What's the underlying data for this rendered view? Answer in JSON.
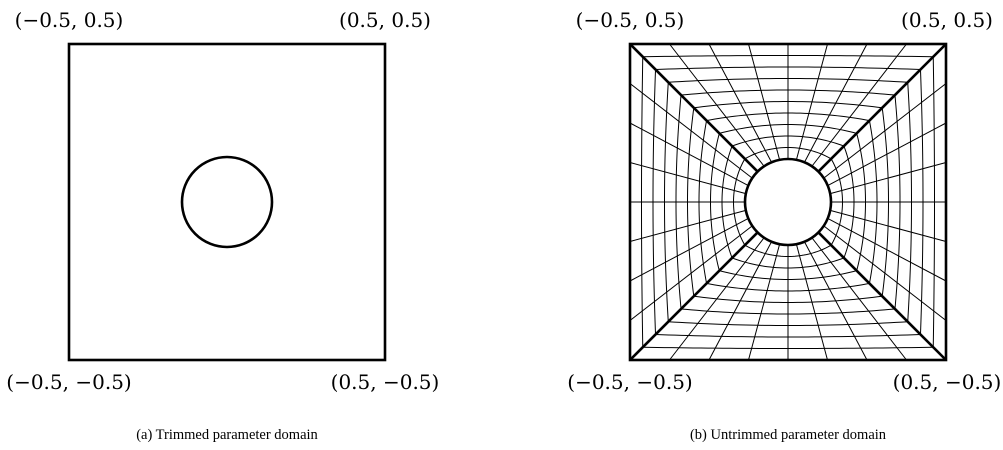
{
  "panels": [
    {
      "caption": "(a) Trimmed parameter domain",
      "corners": {
        "top_left": "(−0.5, 0.5)",
        "top_right": "(0.5, 0.5)",
        "bottom_left": "(−0.5, −0.5)",
        "bottom_right": "(0.5, −0.5)"
      }
    },
    {
      "caption": "(b) Untrimmed parameter domain",
      "corners": {
        "top_left": "(−0.5, 0.5)",
        "top_right": "(0.5, 0.5)",
        "bottom_left": "(−0.5, −0.5)",
        "bottom_right": "(0.5, −0.5)"
      },
      "mesh": {
        "radial_lines_per_side": 8,
        "rings": 10
      }
    }
  ]
}
